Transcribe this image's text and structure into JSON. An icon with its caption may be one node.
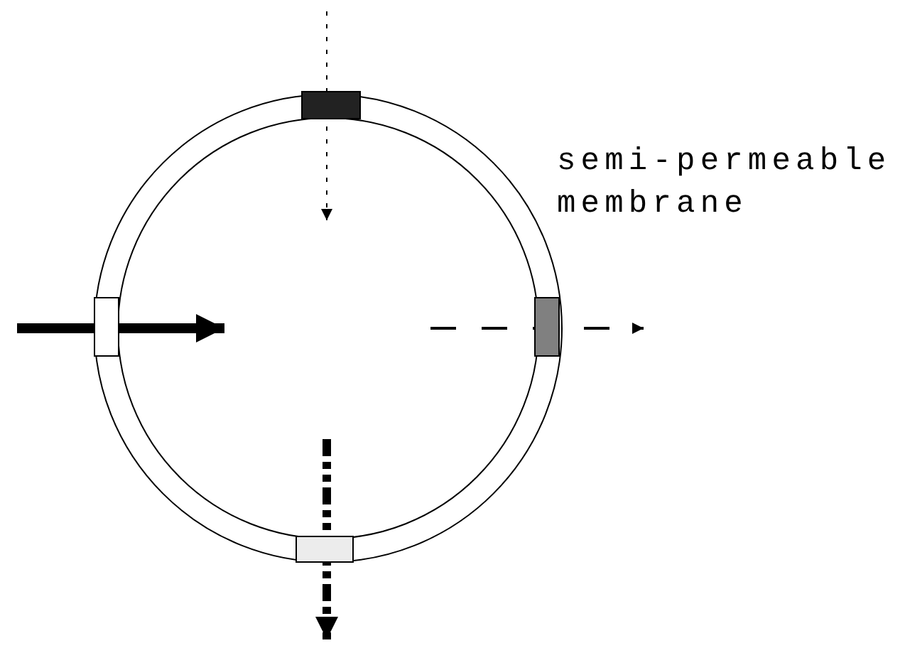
{
  "diagram": {
    "nodes": [
      {
        "text": [],
        "shape": "circle",
        "beside": [
          "semi-permeable membrane"
        ]
      },
      {
        "text": [],
        "shape": "box",
        "in": 0
      },
      {
        "text": [],
        "shape": "box",
        "in": 0
      },
      {
        "text": [],
        "shape": "box",
        "in": 0
      },
      {
        "text": [],
        "shape": "box",
        "in": 0
      }
    ]
  }
}
